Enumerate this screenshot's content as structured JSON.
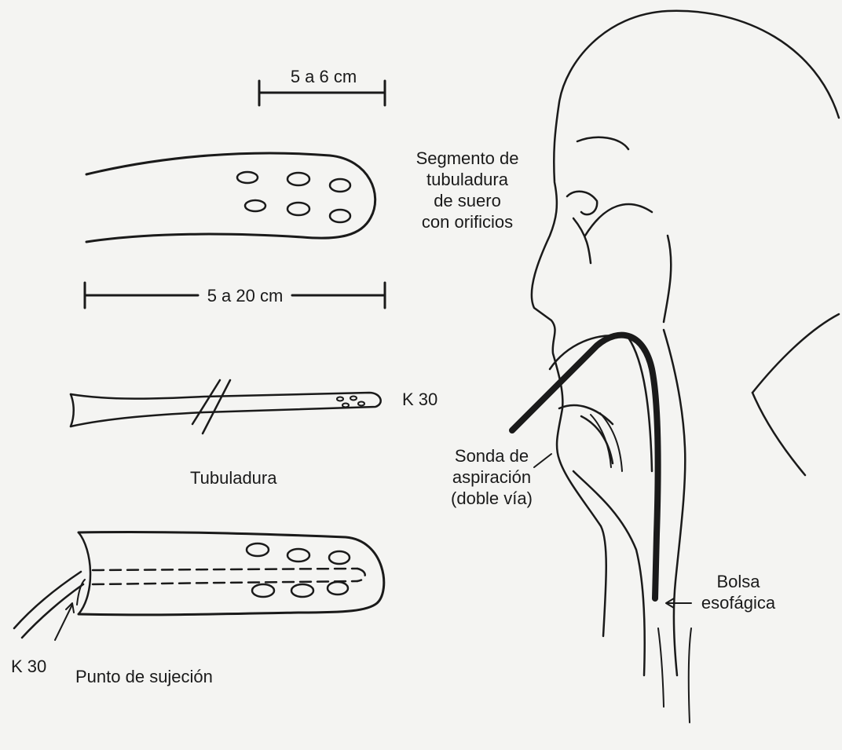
{
  "labels": {
    "small_dimension": "5 a 6 cm",
    "large_dimension": "5 a 20 cm",
    "segment": {
      "line1": "Segmento de",
      "line2": "tubuladura",
      "line3": "de suero",
      "line4": "con orificios"
    },
    "k30_top": "K 30",
    "tubing": "Tubuladura",
    "suction_probe": {
      "line1": "Sonda de",
      "line2": "aspiración",
      "line3": "(doble vía)"
    },
    "k30_bottom": "K 30",
    "fixation_point": "Punto de sujeción",
    "pouch": {
      "line1": "Bolsa",
      "line2": "esofágica"
    }
  },
  "colors": {
    "ink": "#1a1a1a",
    "paper": "#f4f4f2"
  }
}
